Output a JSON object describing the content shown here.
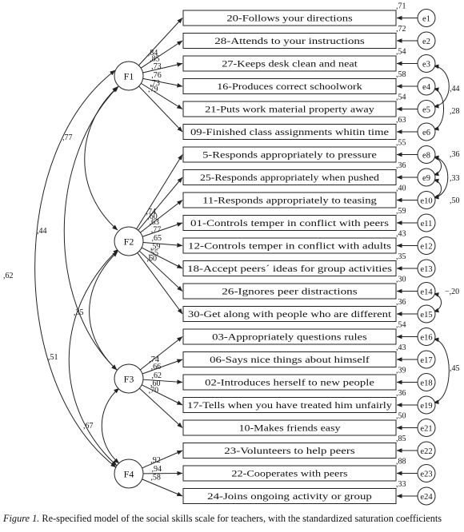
{
  "factors": [
    {
      "id": "F1",
      "label": "F1"
    },
    {
      "id": "F2",
      "label": "F2"
    },
    {
      "id": "F3",
      "label": "F3"
    },
    {
      "id": "F4",
      "label": "F4"
    }
  ],
  "items": [
    {
      "label": "20-Follows your directions",
      "factor": "F1",
      "loading": ",84",
      "error": "e1",
      "r2": ",71"
    },
    {
      "label": "28-Attends to your instructions",
      "factor": "F1",
      "loading": ",85",
      "error": "e2",
      "r2": ",72"
    },
    {
      "label": "27-Keeps desk clean and neat",
      "factor": "F1",
      "loading": ",73",
      "error": "e3",
      "r2": ",54"
    },
    {
      "label": "16-Produces correct schoolwork",
      "factor": "F1",
      "loading": ",76",
      "error": "e4",
      "r2": ",58"
    },
    {
      "label": "21-Puts work material property away",
      "factor": "F1",
      "loading": ",73",
      "error": "e5",
      "r2": ",54"
    },
    {
      "label": "09-Finished class assignments whitin time",
      "factor": "F1",
      "loading": ",79",
      "error": "e6",
      "r2": ",63"
    },
    {
      "label": "5-Responds appropriately to pressure",
      "factor": "F2",
      "loading": ",74",
      "error": "e8",
      "r2": ",55"
    },
    {
      "label": "25-Responds appropriately when pushed",
      "factor": "F2",
      "loading": ",60",
      "error": "e9",
      "r2": ",36"
    },
    {
      "label": "11-Responds appropriately to teasing",
      "factor": "F2",
      "loading": ",63",
      "error": "e10",
      "r2": ",40"
    },
    {
      "label": "01-Controls temper in conflict with peers",
      "factor": "F2",
      "loading": ",77",
      "error": "e11",
      "r2": ",59"
    },
    {
      "label": "12-Controls temper in conflict with adults",
      "factor": "F2",
      "loading": ",65",
      "error": "e12",
      "r2": ",43"
    },
    {
      "label": "18-Accept peers´ ideas for group activities",
      "factor": "F2",
      "loading": ",59",
      "error": "e13",
      "r2": ",35"
    },
    {
      "label": "26-Ignores peer distractions",
      "factor": "F2",
      "loading": ",55",
      "error": "e14",
      "r2": ",30"
    },
    {
      "label": "30-Get along with people who are different",
      "factor": "F2",
      "loading": ",60",
      "error": "e15",
      "r2": ",36"
    },
    {
      "label": "03-Appropriately questions rules",
      "factor": "F3",
      "loading": ",74",
      "error": "e16",
      "r2": ",54"
    },
    {
      "label": "06-Says nice things about himself",
      "factor": "F3",
      "loading": ",66",
      "error": "e17",
      "r2": ",43"
    },
    {
      "label": "02-Introduces herself to new people",
      "factor": "F3",
      "loading": ",62",
      "error": "e18",
      "r2": ",39"
    },
    {
      "label": "17-Tells when you have treated him unfairly",
      "factor": "F3",
      "loading": ",60",
      "error": "e19",
      "r2": ",36"
    },
    {
      "label": "10-Makes friends easy",
      "factor": "F3",
      "loading": ",70",
      "error": "e21",
      "r2": ",50"
    },
    {
      "label": "23-Volunteers to help peers",
      "factor": "F4",
      "loading": ",92",
      "error": "e22",
      "r2": ",85"
    },
    {
      "label": "22-Cooperates with peers",
      "factor": "F4",
      "loading": ",94",
      "error": "e23",
      "r2": ",88"
    },
    {
      "label": "24-Joins ongoing activity or group",
      "factor": "F4",
      "loading": ",58",
      "error": "e24",
      "r2": ",33"
    }
  ],
  "factor_correlations": [
    {
      "from": "F1",
      "to": "F2",
      "value": ",77"
    },
    {
      "from": "F1",
      "to": "F3",
      "value": ",44"
    },
    {
      "from": "F1",
      "to": "F4",
      "value": ",62"
    },
    {
      "from": "F2",
      "to": "F3",
      "value": ",35"
    },
    {
      "from": "F2",
      "to": "F4",
      "value": ",51"
    },
    {
      "from": "F3",
      "to": "F4",
      "value": ",67"
    }
  ],
  "error_covariances": [
    {
      "from": "e3",
      "to": "e5",
      "value": ",44"
    },
    {
      "from": "e4",
      "to": "e6",
      "value": ",28"
    },
    {
      "from": "e8",
      "to": "e9",
      "value": ",36"
    },
    {
      "from": "e9",
      "to": "e10",
      "value": ",33"
    },
    {
      "from": "e8",
      "to": "e10",
      "value": ",50"
    },
    {
      "from": "e14",
      "to": "e15",
      "value": "−,20"
    },
    {
      "from": "e16",
      "to": "e19",
      "value": ",45"
    }
  ],
  "caption": {
    "figure_label": "Figure 1.",
    "text": " Re-specified model of the social skills scale for teachers, with the standardized saturation coefficients"
  }
}
